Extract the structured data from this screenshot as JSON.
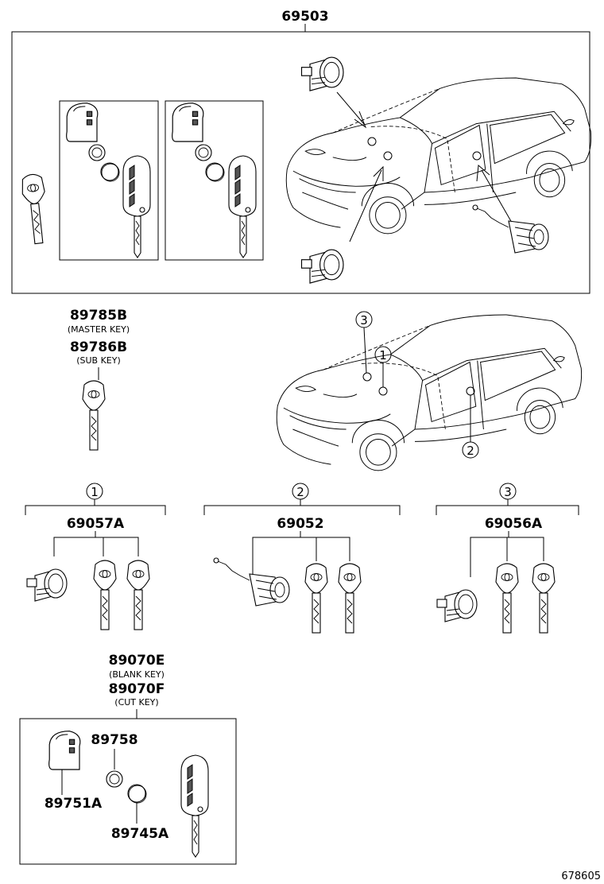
{
  "colors": {
    "ink": "#000000",
    "background": "#ffffff"
  },
  "labels": {
    "top_set": "69503",
    "master_key": "89785B",
    "master_key_note": "(MASTER KEY)",
    "sub_key": "89786B",
    "sub_key_note": "(SUB KEY)",
    "set_1": "69057A",
    "set_2": "69052",
    "set_3": "69056A",
    "blank_key": "89070E",
    "blank_key_note": "(BLANK KEY)",
    "cut_key": "89070F",
    "cut_key_note": "(CUT KEY)",
    "key_cover": "89758",
    "key_housing": "89751A",
    "battery": "89745A",
    "figure_id": "678605"
  },
  "callouts": {
    "one": "1",
    "two": "2",
    "three": "3"
  }
}
